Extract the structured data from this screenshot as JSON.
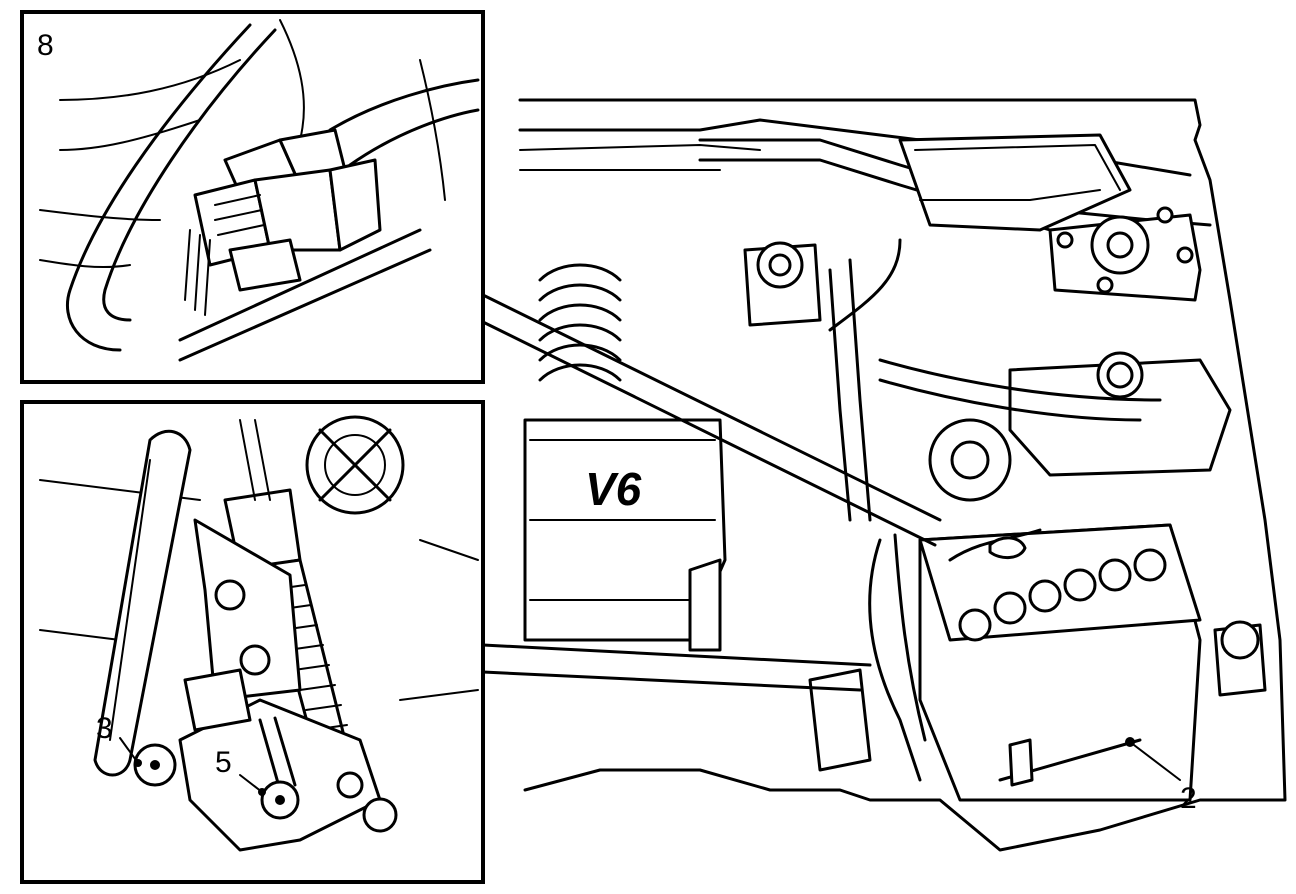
{
  "figure": {
    "engine_badge": "V6",
    "callouts": {
      "inset_top_number": "8",
      "inset_bottom_number_left": "3",
      "inset_bottom_number_mid": "5",
      "main_view_number": "2"
    }
  }
}
